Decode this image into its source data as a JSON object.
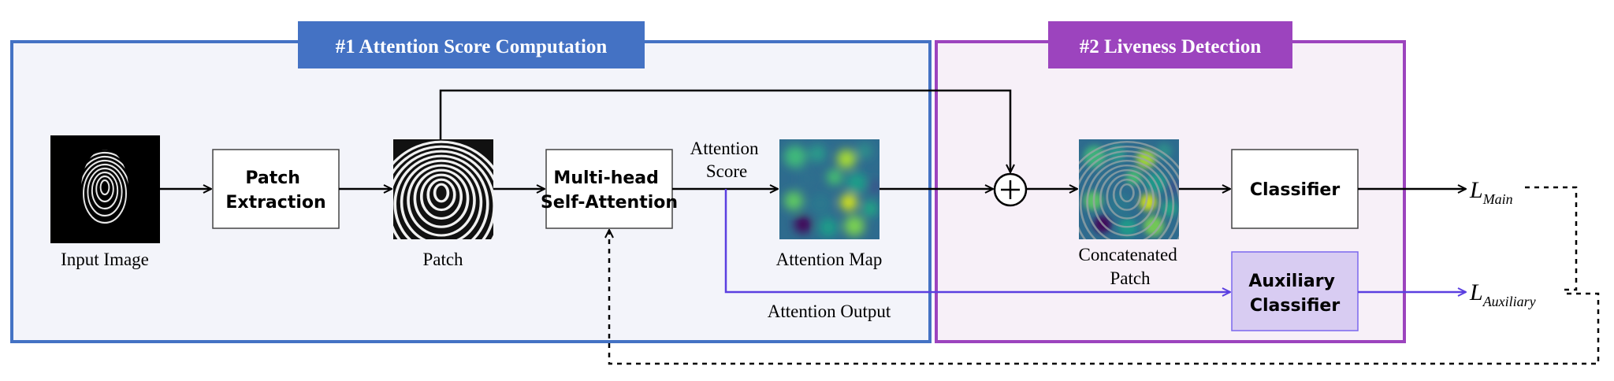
{
  "colors": {
    "region1_border": "#4472C4",
    "region1_fill": "#F3F4FA",
    "region1_title_bg": "#4472C4",
    "region2_border": "#9C44BE",
    "region2_fill": "#F7F0F8",
    "region2_title_bg": "#9C44BE",
    "aux_fill": "#D8CCF2",
    "aux_border": "#7B68EE",
    "purple_arrow": "#5B3FE0",
    "black": "#000000"
  },
  "regions": {
    "r1": {
      "title": "#1 Attention Score Computation"
    },
    "r2": {
      "title": "#2 Liveness Detection"
    }
  },
  "boxes": {
    "patch_extraction": [
      "Patch",
      "Extraction"
    ],
    "mhsa": [
      "Multi-head",
      "Self-Attention"
    ],
    "classifier": "Classifier",
    "aux_classifier": [
      "Auxiliary",
      "Classifier"
    ]
  },
  "labels": {
    "input_image": "Input Image",
    "patch": "Patch",
    "attention_score": [
      "Attention",
      "Score"
    ],
    "attention_map": "Attention Map",
    "concatenated_patch": [
      "Concatenated",
      "Patch"
    ],
    "attention_output": "Attention Output"
  },
  "losses": {
    "main": {
      "symbol": "L",
      "sub": "Main"
    },
    "aux": {
      "symbol": "L",
      "sub": "Auxiliary"
    }
  },
  "icons": {
    "input_image": "fingerprint-image-icon",
    "patch": "fingerprint-patch-icon",
    "attention_map": "heatmap-icon",
    "concat_patch": "concatenated-fingerprint-heatmap-icon",
    "add_node": "circled-plus-icon"
  }
}
